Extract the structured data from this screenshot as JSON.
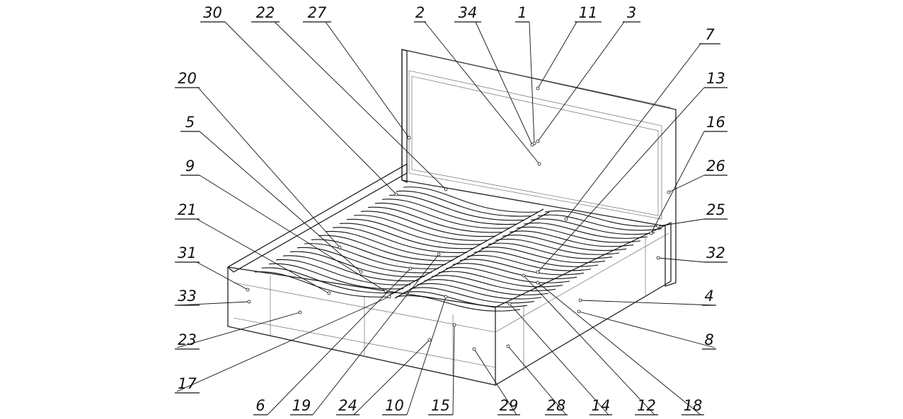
{
  "figure": {
    "type": "patent-style isometric drawing of a bed with reference numerals",
    "labels": [
      "30",
      "22",
      "27",
      "2",
      "34",
      "1",
      "11",
      "3",
      "7",
      "20",
      "5",
      "9",
      "21",
      "31",
      "33",
      "23",
      "17",
      "13",
      "16",
      "26",
      "25",
      "32",
      "4",
      "8",
      "6",
      "19",
      "24",
      "10",
      "15",
      "29",
      "28",
      "14",
      "12",
      "18"
    ]
  }
}
